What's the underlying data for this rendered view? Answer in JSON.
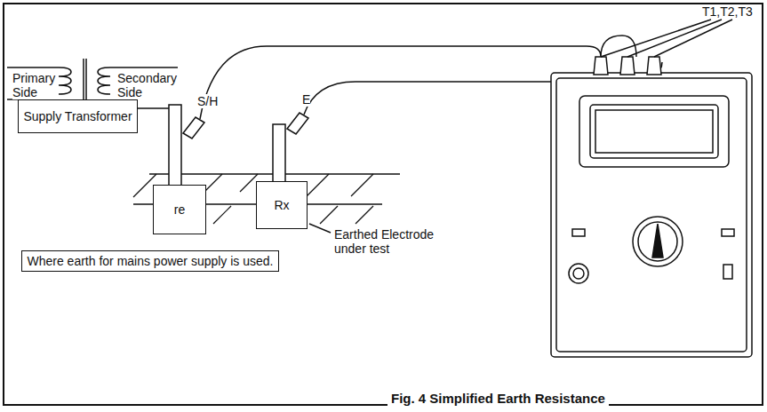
{
  "diagram": {
    "caption": "Fig. 4  Simplified Earth Resistance",
    "nodes": [
      {
        "text": [
          "Supply Transformer"
        ]
      },
      {
        "text": [
          "re"
        ]
      },
      {
        "text": [
          "Rx"
        ]
      },
      {
        "text": [
          "Where earth for mains power supply is used."
        ]
      }
    ],
    "labels": [
      "Primary Side",
      "Secondary Side",
      "S/H",
      "E",
      "T1,T2,T3",
      "Earthed Electrode under test"
    ]
  }
}
